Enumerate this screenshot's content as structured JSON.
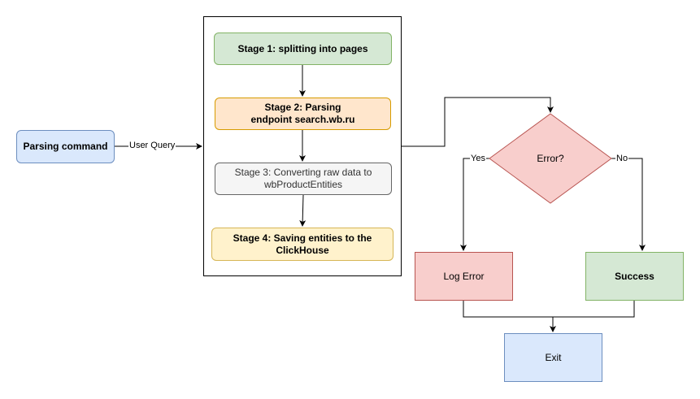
{
  "diagram": {
    "parsing_command": "Parsing command",
    "edge_user_query": "User Query",
    "stages": [
      "Stage 1: splitting into pages",
      "Stage 2: Parsing endpoint search.wb.ru",
      "Stage 3: Converting raw data to wbProductEntities",
      "Stage 4: Saving entities to the ClickHouse"
    ],
    "decision": "Error?",
    "edge_yes": "Yes",
    "edge_no": "No",
    "log_error": "Log Error",
    "success": "Success",
    "exit": "Exit"
  },
  "colors": {
    "blue_fill": "#dae8fc",
    "blue_stroke": "#6c8ebf",
    "green_fill": "#d5e8d4",
    "green_stroke": "#82b366",
    "orange_fill": "#ffe6cc",
    "orange_stroke": "#d79b00",
    "gray_fill": "#f5f5f5",
    "gray_stroke": "#666666",
    "yellow_fill": "#fff2cc",
    "yellow_stroke": "#d6b656",
    "red_fill": "#f8cecc",
    "red_stroke": "#b85450"
  }
}
